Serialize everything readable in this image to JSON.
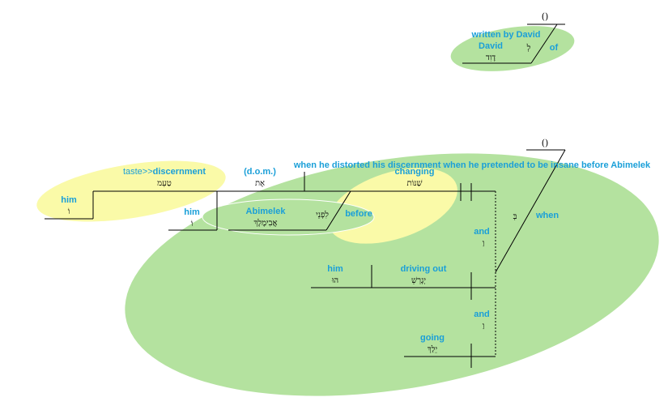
{
  "colors": {
    "green_ellipse": "#b4e29f",
    "yellow_ellipse": "#fafaa8",
    "english_label": "#1a9fd8",
    "hebrew_text": "#000000",
    "lines": "#000000"
  },
  "title_clause": {
    "subject_placeholder": "()",
    "gloss_written_by": "written by David",
    "gloss_david": "David",
    "hebrew_david": "דָוִד",
    "hebrew_lamed": "לְ",
    "gloss_of": "of"
  },
  "main_clause": {
    "subject_placeholder": "()",
    "banner": "when he distorted his discernment when he pretended to be insane before Abimelek",
    "taste_prefix": "taste>>",
    "taste_main": "discernment",
    "hebrew_taste": "טַעְמ",
    "gloss_dom": "(d.o.m.)",
    "hebrew_dom": "אֶת",
    "gloss_changing": "changing",
    "hebrew_changing": "שַׁנּוֹת",
    "gloss_him_left": "him",
    "hebrew_him_left": "וֹ",
    "gloss_him_mid": "him",
    "hebrew_him_mid": "וֹ",
    "gloss_abimelek": "Abimelek",
    "hebrew_abimelek": "אֲבִימֶלֶךְ",
    "hebrew_before": "לִפְנֵי",
    "gloss_before": "before",
    "hebrew_when": "בְּ",
    "gloss_when": "when",
    "gloss_and_1": "and",
    "hebrew_and_1": "וַ",
    "gloss_him_lower": "him",
    "hebrew_him_lower": "הוּ",
    "gloss_driving_out": "driving out",
    "hebrew_driving_out": "יְגָרְשֵׁ",
    "gloss_and_2": "and",
    "hebrew_and_2": "וַ",
    "gloss_going": "going",
    "hebrew_going": "יֵלַךְ"
  }
}
